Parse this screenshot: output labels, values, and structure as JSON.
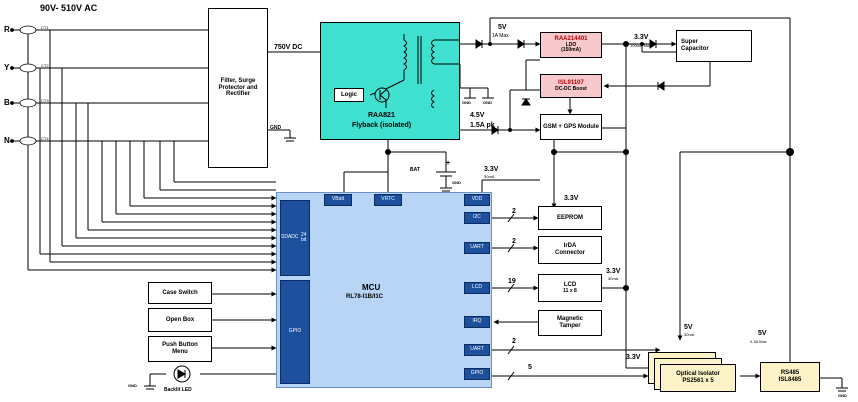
{
  "input": {
    "voltage_range": "90V- 510V AC",
    "phases": [
      "R",
      "Y",
      "B",
      "N"
    ],
    "ctc": [
      "CT1",
      "CT2",
      "CT3",
      "CT4"
    ]
  },
  "filter": {
    "label": "Filter, Surge Protector and Rectifier",
    "gnd": "GND"
  },
  "bus": {
    "dc": "750V DC"
  },
  "flyback": {
    "part": "RAA821",
    "title": "Flyback (isolated)",
    "logic": "Logic",
    "gnd1": "GND",
    "gnd2": "GND"
  },
  "rails": {
    "v5": "5V",
    "v5_current": "1A Max",
    "v45": "4.5V",
    "v45_current": "1.5A pk",
    "v33_ldo": "3.3V",
    "v33_ldo_current": "100mA Max",
    "v33_mcu": "3.3V",
    "v33_mcu_current": "30mA",
    "v33_eeprom": "3.3V",
    "v33_lcd": "3.3V",
    "v33_lcd_current": "30mA",
    "v33_opt": "3.3V",
    "v5_opt": "5V",
    "v5_opt_current": "30mA",
    "v5_rs": "5V",
    "v5_rs_current": "0.3A Max"
  },
  "ldo": {
    "part": "RAA214401",
    "label": "LDO",
    "current": "(150mA)"
  },
  "supercap": {
    "label": "Super Capacitor"
  },
  "dcdc": {
    "part": "ISL91107",
    "label": "DC-DC Boost"
  },
  "gsm": {
    "label": "GSM + GPS Module"
  },
  "battery": {
    "label": "BAT",
    "plus": "+",
    "gnd": "GND"
  },
  "mcu": {
    "title": "MCU",
    "part": "RL78-I1B/I1C",
    "pins": {
      "vbatt": "VBatt",
      "vrtc": "VRTC",
      "vdd": "VDD",
      "i2c": "I2C",
      "uart1": "UART",
      "lcd": "LCD",
      "irq": "IRQ",
      "uart2": "UART",
      "gpio_r": "GPIO",
      "sdadc": "SDADC",
      "sdadc_bits": "24 bit",
      "gpio_l": "GPIO"
    }
  },
  "peripherals": {
    "eeprom": "EEPROM",
    "irda": "IrDA Connector",
    "lcd": "LCD",
    "lcd_sub": "11 x 8",
    "tamper": "Magnetic Tamper",
    "optical": "Optical Isolator",
    "optical_part": "PS2561 x 5",
    "rs485": "RS485",
    "rs485_part": "ISL8485",
    "bus_i2c": "2",
    "bus_uart1": "2",
    "bus_lcd": "19",
    "bus_uart2": "2",
    "bus_gpio": "5"
  },
  "switches": {
    "case": "Case Switch",
    "open_box": "Open Box",
    "push": "Push Button Menu"
  },
  "led": {
    "label": "Backlit LED",
    "gnd": "GND"
  },
  "gnd_right": "GND"
}
